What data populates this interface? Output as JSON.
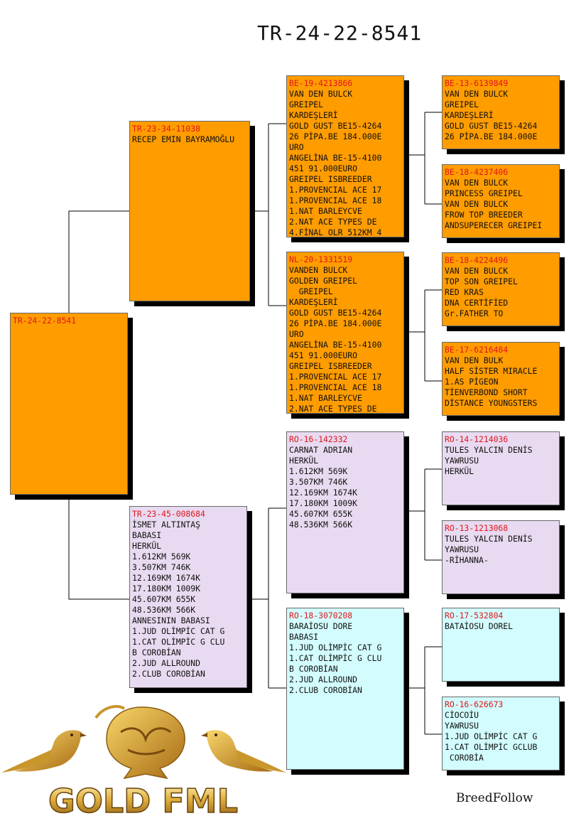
{
  "title": "TR-24-22-8541",
  "brand": "BreedFollow",
  "logo_text": "GOLD FML",
  "subject": {
    "id": "TR-24-22-8541",
    "lines": []
  },
  "sire": {
    "id": "TR-23-34-11038",
    "lines": [
      "RECEP EMIN BAYRAMOĞLU"
    ]
  },
  "dam": {
    "id": "TR-23-45-008684",
    "lines": [
      "İSMET ALTINTAŞ",
      "BABASI",
      "HERKÜL",
      "1.612KM 569K",
      "3.507KM 746K",
      "12.169KM 1674K",
      "17.180KM 1009K",
      "45.607KM 655K",
      "48.536KM 566K",
      "ANNESININ BABASI",
      "1.JUD OLİMPİC CAT G",
      "1.CAT OLİMPİC G CLU",
      "B COROBİAN",
      "2.JUD ALLROUND",
      "2.CLUB COROBİAN"
    ]
  },
  "ss": {
    "id": "BE-19-4213866",
    "lines": [
      "VAN DEN BULCK",
      "GREIPEL",
      "KARDEŞLERİ",
      "GOLD GUST BE15-4264",
      "26 PİPA.BE 184.000E",
      "URO",
      "ANGELİNA BE-15-4100",
      "451 91.000EURO",
      "GREIPEL ISBREEDER",
      "1.PROVENCIAL ACE 17",
      "1.PROVENCIAL ACE 18",
      "1.NAT BARLEYCVE",
      "2.NAT ACE TYPES DE",
      "4.FİNAL OLR 512KM 4"
    ]
  },
  "sd": {
    "id": "NL-20-1331519",
    "lines": [
      "VANDEN BULCK",
      "GOLDEN GREIPEL",
      "  GREIPEL",
      "KARDEŞLERİ",
      "GOLD GUST BE15-4264",
      "26 PİPA.BE 184.000E",
      "URO",
      "ANGELİNA BE-15-4100",
      "451 91.000EURO",
      "GREIPEL ISBREEDER",
      "1.PROVENCIAL ACE 17",
      "1.PROVENCIAL ACE 18",
      "1.NAT BARLEYCVE",
      "2.NAT ACE TYPES DE"
    ]
  },
  "ds": {
    "id": "RO-16-142332",
    "lines": [
      "CARNAT ADRIAN",
      "HERKÜL",
      "1.612KM 569K",
      "3.507KM 746K",
      "12.169KM 1674K",
      "17.180KM 1009K",
      "45.607KM 655K",
      "48.536KM 566K"
    ]
  },
  "dd": {
    "id": "RO-18-3070208",
    "lines": [
      "BARAİOSU DORE",
      "BABASI",
      "1.JUD OLİMPİC CAT G",
      "1.CAT OLİMPİC G CLU",
      "B COROBİAN",
      "2.JUD ALLROUND",
      "2.CLUB COROBİAN"
    ]
  },
  "sss": {
    "id": "BE-13-6139849",
    "lines": [
      "VAN DEN BULCK",
      "GREIPEL",
      "KARDEŞLERİ",
      "GOLD GUST BE15-4264",
      "26 PİPA.BE 184.000E"
    ]
  },
  "ssd": {
    "id": "BE-18-4237406",
    "lines": [
      "VAN DEN BULCK",
      "PRINCESS GREIPEL",
      "VAN DEN BULCK",
      "FROW TOP BREEDER",
      "ANDSUPERECER GREIPEI"
    ]
  },
  "sds": {
    "id": "BE-18-4224496",
    "lines": [
      "VAN DEN BULCK",
      "TOP SON GREIPEL",
      "RED KRAS",
      "DNA CERTİFİED",
      "Gr.FATHER TO"
    ]
  },
  "sdd": {
    "id": "BE-17-6216484",
    "lines": [
      "VAN DEN BULK",
      "HALF SİSTER MIRACLE",
      "1.AS PİGEON",
      "TİENVERBOND SHORT",
      "DİSTANCE YOUNGSTERS"
    ]
  },
  "dss": {
    "id": "RO-14-1214036",
    "lines": [
      "TULES YALCIN DENİS",
      "YAWRUSU",
      "HERKÜL"
    ]
  },
  "dsd": {
    "id": "RO-13-1213068",
    "lines": [
      "TULES YALCIN DENİS",
      "YAWRUSU",
      "-RİHANNA-"
    ]
  },
  "dds": {
    "id": "RO-17-532804",
    "lines": [
      "BATAİOSU DOREL"
    ]
  },
  "ddd": {
    "id": "RO-16-626673",
    "lines": [
      "CİOCOİU",
      "YAWRUSU",
      "1.JUD OLİMPİC CAT G",
      "1.CAT OLİMPİC GCLUB",
      " COROBİA"
    ]
  },
  "colors": {
    "orange": "#ff9c00",
    "lilac": "#e8daf0",
    "cyan": "#d2fcfd",
    "id_red": "#e0161c"
  }
}
